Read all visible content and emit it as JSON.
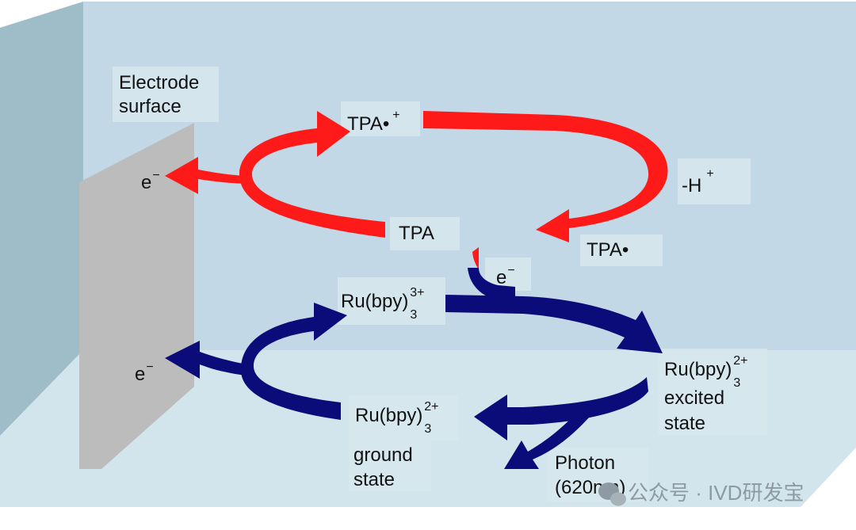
{
  "colors": {
    "back_wall": "#c3d8e6",
    "floor": "#d3e5ec",
    "left_wall": "#9ebdc9",
    "electrode": "#bcbcbc",
    "electrode_side": "#9a9a9a",
    "red_arrow": "#ff1a1a",
    "blue_arrow": "#0b0b7a",
    "label_box": "#d7e8ee"
  },
  "labels": {
    "electrode": [
      "Electrode",
      "surface"
    ],
    "electron": "e",
    "electron_sup": "−",
    "tpa_radical_cation": "TPA•",
    "tpa_radical_cation_sup": "+",
    "minus_h": "-H",
    "minus_h_sup": "+",
    "tpa": "TPA",
    "tpa_radical": "TPA•",
    "ru3": "Ru(bpy)",
    "ru3_sub": "3",
    "ru3_sup": "3+",
    "ru2_excited": "Ru(bpy)",
    "ru2_excited_sub": "3",
    "ru2_excited_sup": "2+",
    "excited_state": [
      "excited",
      "state"
    ],
    "ru2_ground": "Ru(bpy)",
    "ru2_ground_sub": "3",
    "ru2_ground_sup": "2+",
    "ground_state": [
      "ground",
      "state"
    ],
    "photon": [
      "Photon",
      "(620nm)"
    ]
  },
  "watermark": {
    "text": "公众号 · IVD研发宝",
    "icon": "wechat-icon"
  }
}
